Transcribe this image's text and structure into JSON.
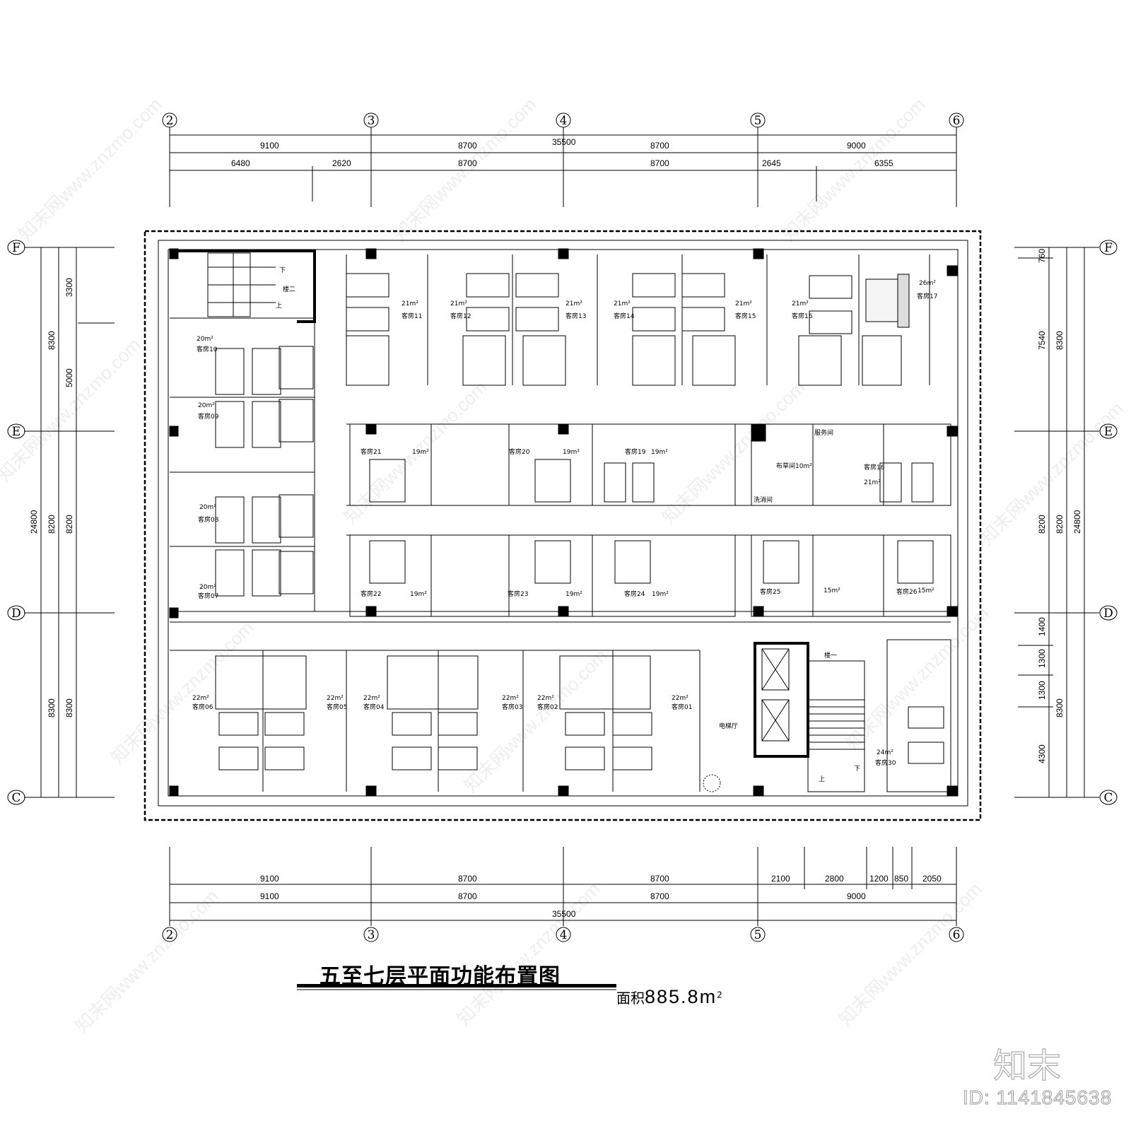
{
  "drawing": {
    "title": "五至七层平面功能布置图",
    "area_label": "面积",
    "area_value": "885.8",
    "area_unit": "m",
    "area_unit_sup": "2",
    "total_width": "35500",
    "total_depth": "24800"
  },
  "grid": {
    "columns": [
      "2",
      "3",
      "4",
      "5",
      "6"
    ],
    "rows": [
      "F",
      "E",
      "D",
      "C"
    ]
  },
  "dimensions": {
    "top_row1": [
      "9100",
      "8700",
      "8700",
      "9000"
    ],
    "top_row2": [
      "6480",
      "2620",
      "8700",
      "8700",
      "2645",
      "6355"
    ],
    "top_total": "35500",
    "bottom_row1": [
      "9100",
      "8700",
      "8700",
      "2100",
      "2800",
      "1200",
      "850",
      "2050"
    ],
    "bottom_row2": [
      "9100",
      "8700",
      "8700",
      "9000"
    ],
    "bottom_total": "35500",
    "left_outer": "24800",
    "left_mid": [
      "8300",
      "8200",
      "8300"
    ],
    "left_inner": [
      "3300",
      "5000",
      "8200",
      "8300"
    ],
    "right_outer": "24800",
    "right_mid": [
      "8300",
      "8200",
      "8300"
    ],
    "right_inner": [
      "760",
      "7540",
      "8200",
      "1400",
      "1300",
      "1300",
      "4300"
    ]
  },
  "rooms": [
    {
      "id": "客房01",
      "area": "22m²"
    },
    {
      "id": "客房02",
      "area": "22m²"
    },
    {
      "id": "客房03",
      "area": "22m²"
    },
    {
      "id": "客房04",
      "area": "22m²"
    },
    {
      "id": "客房05",
      "area": "22m²"
    },
    {
      "id": "客房06",
      "area": "22m²"
    },
    {
      "id": "客房07",
      "area": "20m²"
    },
    {
      "id": "客房08",
      "area": "20m²"
    },
    {
      "id": "客房09",
      "area": "20m²"
    },
    {
      "id": "客房10",
      "area": "20m²"
    },
    {
      "id": "客房11",
      "area": "21m²"
    },
    {
      "id": "客房12",
      "area": "21m²"
    },
    {
      "id": "客房13",
      "area": "21m²"
    },
    {
      "id": "客房14",
      "area": "21m²"
    },
    {
      "id": "客房15",
      "area": "21m²"
    },
    {
      "id": "客房16",
      "area": "21m²"
    },
    {
      "id": "客房17",
      "area": "26m²"
    },
    {
      "id": "客房18",
      "area": "21m²"
    },
    {
      "id": "客房19",
      "area": "19m²"
    },
    {
      "id": "客房20",
      "area": "19m²"
    },
    {
      "id": "客房21",
      "area": "19m²"
    },
    {
      "id": "客房22",
      "area": "19m²"
    },
    {
      "id": "客房23",
      "area": "19m²"
    },
    {
      "id": "客房24",
      "area": "19m²"
    },
    {
      "id": "客房25",
      "area": "15m²"
    },
    {
      "id": "客房26",
      "area": "15m²"
    },
    {
      "id": "客房30",
      "area": "24m²"
    }
  ],
  "spaces": {
    "linen_room": "布草间10m²",
    "service": "服务间",
    "elevator_hall": "电梯厅",
    "stair1": "楼一",
    "stair2": "楼二",
    "up": "上",
    "down": "下",
    "cleaning": "洗消间"
  },
  "watermark": {
    "brand": "知末",
    "id": "ID: 1141845638",
    "site": "知末网www.znzmo.com"
  }
}
